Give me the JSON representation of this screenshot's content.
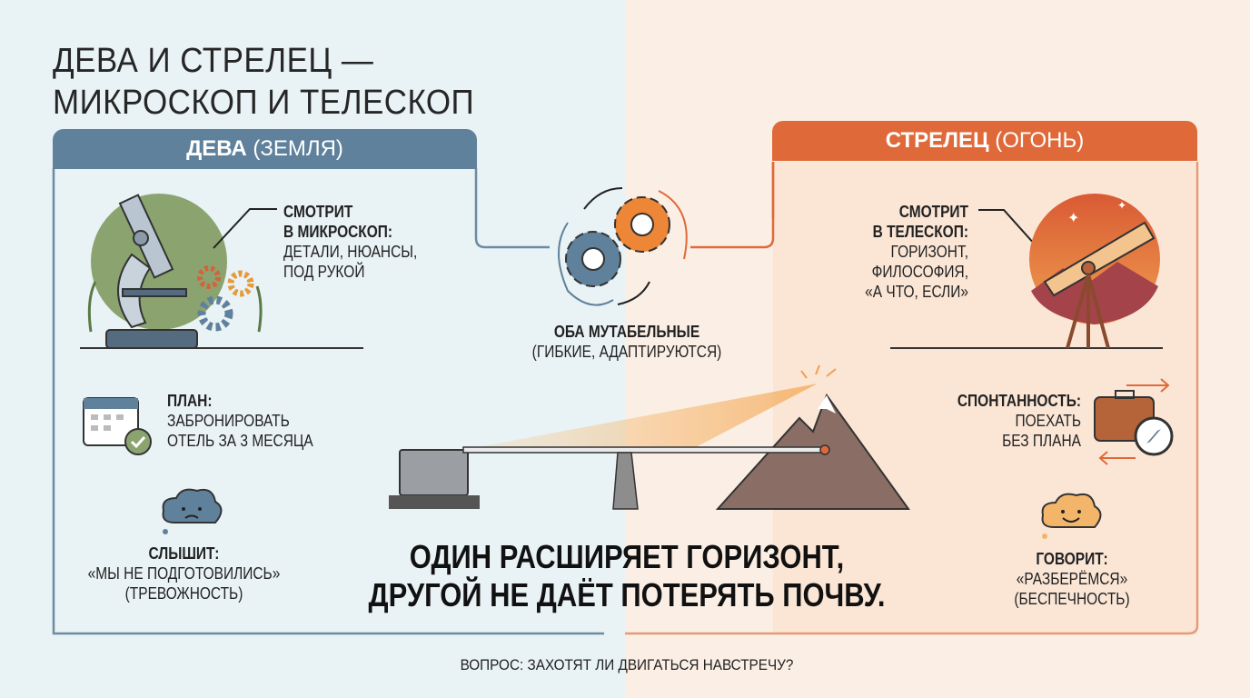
{
  "title": {
    "line1": "ДЕВА И СТРЕЛЕЦ —",
    "line2": "МИКРОСКОП И ТЕЛЕСКОП"
  },
  "virgo": {
    "name": "ДЕВА",
    "element": "(ЗЕМЛЯ)",
    "looks_title1": "СМОТРИТ",
    "looks_title2": "В МИКРОСКОП:",
    "looks_l1": "ДЕТАЛИ, НЮАНСЫ,",
    "looks_l2": "ПОД РУКОЙ",
    "plan_title": "ПЛАН:",
    "plan_l1": "ЗАБРОНИРОВАТЬ",
    "plan_l2": "ОТЕЛЬ ЗА 3 МЕСЯЦА",
    "hears_title": "СЛЫШИТ:",
    "hears_l1": "«МЫ НЕ ПОДГОТОВИЛИСЬ»",
    "hears_l2": "(ТРЕВОЖНОСТЬ)"
  },
  "sagittarius": {
    "name": "СТРЕЛЕЦ",
    "element": "(ОГОНЬ)",
    "looks_title1": "СМОТРИТ",
    "looks_title2": "В ТЕЛЕСКОП:",
    "looks_l1": "ГОРИЗОНТ,",
    "looks_l2": "ФИЛОСОФИЯ,",
    "looks_l3": "«А ЧТО, ЕСЛИ»",
    "spont_title": "СПОНТАННОСТЬ:",
    "spont_l1": "ПОЕХАТЬ",
    "spont_l2": "БЕЗ ПЛАНА",
    "says_title": "ГОВОРИТ:",
    "says_l1": "«РАЗБЕРЁМСЯ»",
    "says_l2": "(БЕСПЕЧНОСТЬ)"
  },
  "center": {
    "mut_title": "ОБА МУТАБЕЛЬНЫЕ",
    "mut_sub": "(ГИБКИЕ, АДАПТИРУЮТСЯ)",
    "big1": "ОДИН РАСШИРЯЕТ ГОРИЗОНТ,",
    "big2": "ДРУГОЙ НЕ ДАЁТ ПОТЕРЯТЬ ПОЧВУ.",
    "question": "ВОПРОС: ЗАХОТЯТ ЛИ ДВИГАТЬСЯ НАВСТРЕЧУ?"
  },
  "colors": {
    "virgo": "#5f819b",
    "sag": "#e0693a",
    "green": "#8ba46f"
  }
}
